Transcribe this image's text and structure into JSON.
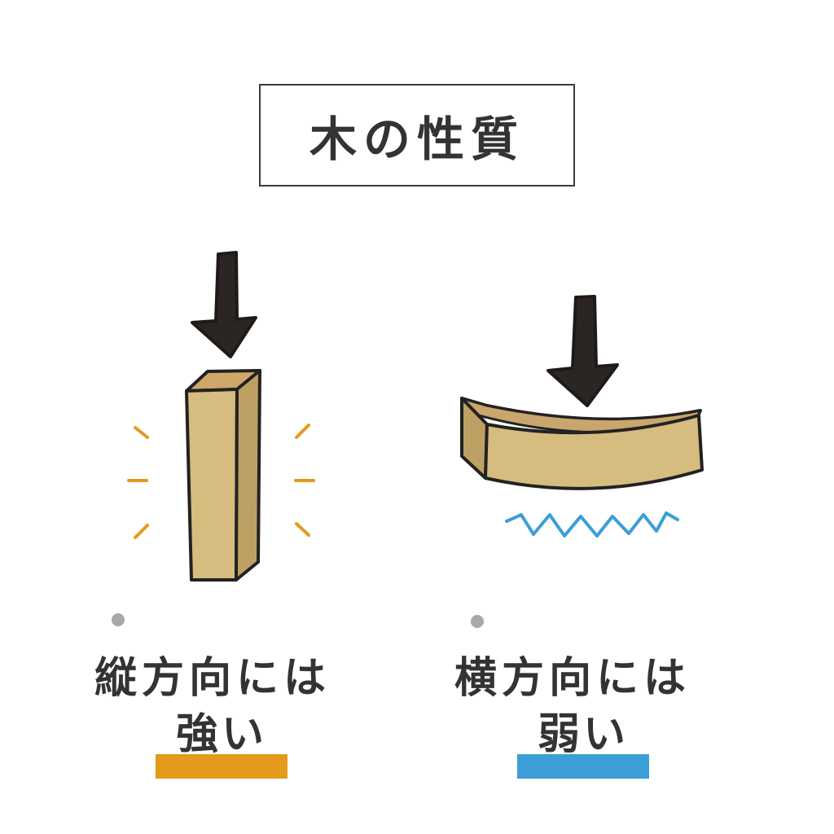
{
  "title": "木の性質",
  "left": {
    "label": "縦方向には",
    "result": "強い"
  },
  "right": {
    "label": "横方向には",
    "result": "弱い"
  },
  "colors": {
    "wood_face": "#d6bc7e",
    "wood_top": "#cfa869",
    "wood_side": "#bfa064",
    "outline": "#222222",
    "arrow": "#2b2624",
    "strong_accent": "#e49a1c",
    "weak_accent": "#3c9ed6",
    "bullet": "#a8a8a8",
    "text": "#333333"
  }
}
